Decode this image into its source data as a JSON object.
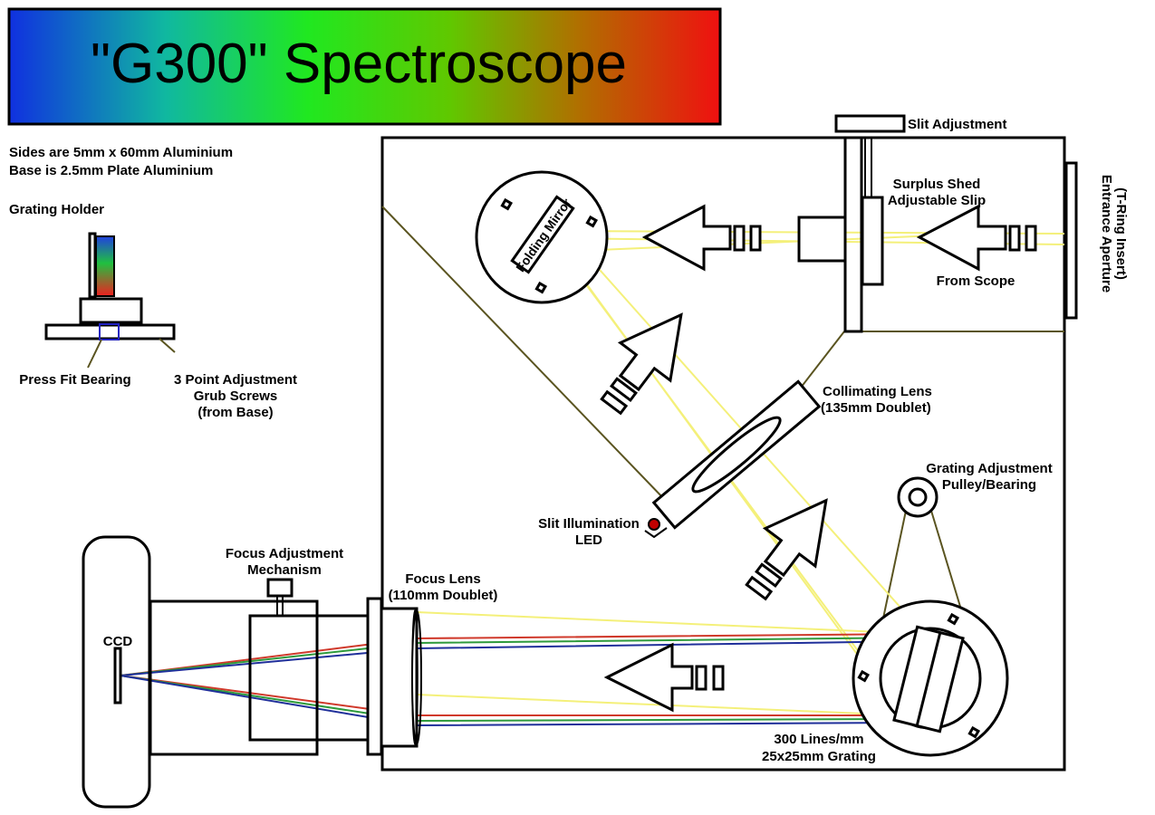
{
  "title": "\"G300\" Spectroscope",
  "notes": {
    "line1": "Sides are 5mm x 60mm Aluminium",
    "line2": "Base is 2.5mm Plate Aluminium"
  },
  "grating_holder": {
    "heading": "Grating Holder",
    "press_fit": "Press Fit Bearing",
    "grub_line1": "3 Point Adjustment",
    "grub_line2": "Grub Screws",
    "grub_line3": "(from Base)"
  },
  "labels": {
    "slit_adjustment": "Slit Adjustment",
    "surplus_line1": "Surplus Shed",
    "surplus_line2": "Adjustable Slip",
    "from_scope": "From Scope",
    "aperture_line1": "Entrance Aperture",
    "aperture_line2": "(T-Ring Insert)",
    "folding_mirror": "Folding Mirror",
    "collimating_line1": "Collimating Lens",
    "collimating_line2": "(135mm Doublet)",
    "grating_adj_line1": "Grating Adjustment",
    "grating_adj_line2": "Pulley/Bearing",
    "led_line1": "Slit Illumination",
    "led_line2": "LED",
    "focus_adj_line1": "Focus Adjustment",
    "focus_adj_line2": "Mechanism",
    "focus_lens_line1": "Focus Lens",
    "focus_lens_line2": "(110mm Doublet)",
    "ccd": "CCD",
    "grating_line1": "300 Lines/mm",
    "grating_line2": "25x25mm Grating"
  },
  "colors": {
    "light_ray": "#f4f07a",
    "red_ray": "#d0392b",
    "green_ray": "#2e9a3c",
    "blue_ray": "#1f2f9a",
    "led": "#c00000",
    "bearing": "#2020c0"
  }
}
